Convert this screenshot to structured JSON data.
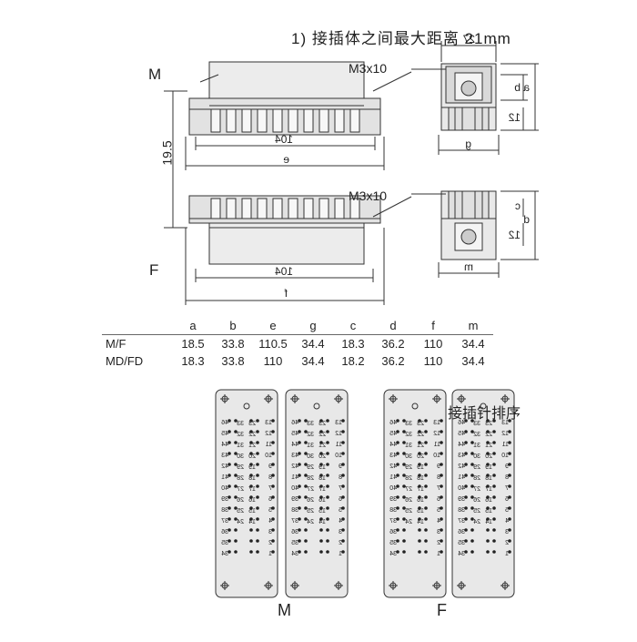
{
  "note": "1) 接插体之间最大距离 21mm",
  "labels": {
    "m3_top": "M3x10",
    "m3_bottom": "M3x10",
    "width_top": "27",
    "len_top": "104",
    "e": "e",
    "len_bottom": "104",
    "f": "f",
    "height_right": "19.5",
    "g": "g",
    "m": "m",
    "a": "a",
    "b": "b",
    "c": "c",
    "d": "d",
    "dim_12_top": "12",
    "dim_12_bottom": "12",
    "side_M": "M",
    "side_F": "F"
  },
  "table": {
    "headers": [
      "",
      "a",
      "b",
      "e",
      "g",
      "c",
      "d",
      "f",
      "m"
    ],
    "rows": [
      [
        "M/F",
        "18.5",
        "33.8",
        "110.5",
        "34.4",
        "18.3",
        "36.2",
        "110",
        "34.4"
      ],
      [
        "MD/FD",
        "18.3",
        "33.8",
        "110",
        "34.4",
        "18.2",
        "36.2",
        "110",
        "34.4"
      ]
    ]
  },
  "pin_sequence_label": "接插针排序",
  "panel_labels": {
    "F": "F",
    "M": "M"
  },
  "pins": {
    "left_col_a": [
      "46",
      "45",
      "44",
      "43",
      "42",
      "41",
      "40",
      "39",
      "38",
      "37",
      "36",
      "35",
      "34"
    ],
    "mid_a": [
      "23",
      "22",
      "21",
      "20",
      "19",
      "18",
      "17",
      "16",
      "15",
      "14"
    ],
    "mid_b": [
      "33",
      "32",
      "31",
      "30",
      "29",
      "28",
      "27",
      "26",
      "25",
      "24"
    ],
    "right_col": [
      "13",
      "12",
      "11",
      "10",
      "9",
      "8",
      "7",
      "6",
      "5",
      "4",
      "3",
      "2",
      "1"
    ]
  }
}
